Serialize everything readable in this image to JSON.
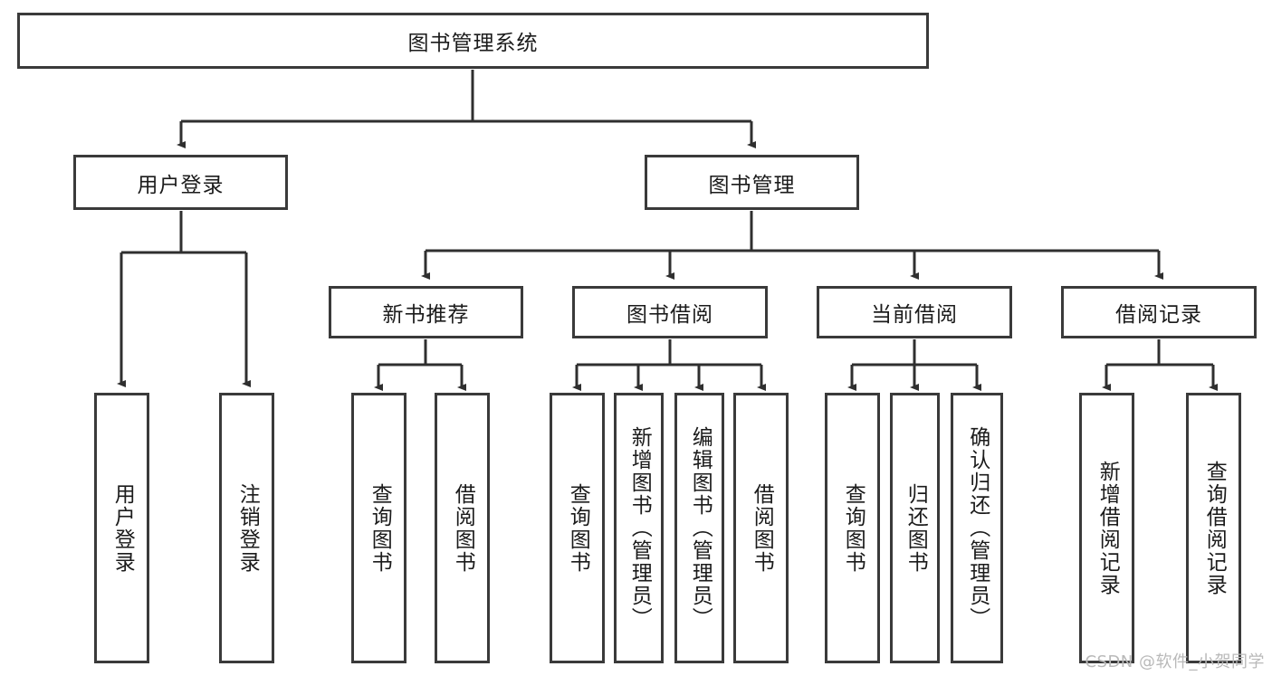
{
  "diagram": {
    "type": "tree-hierarchy-chart",
    "title": "图书管理系统",
    "root": {
      "id": "root",
      "label": "图书管理系统",
      "orientation": "horizontal"
    },
    "level2": [
      {
        "id": "user-login",
        "label": "用户登录",
        "orientation": "horizontal"
      },
      {
        "id": "book-management",
        "label": "图书管理",
        "orientation": "horizontal"
      }
    ],
    "level3": [
      {
        "id": "new-book-recommend",
        "label": "新书推荐",
        "orientation": "horizontal",
        "parent": "book-management"
      },
      {
        "id": "book-borrow",
        "label": "图书借阅",
        "orientation": "horizontal",
        "parent": "book-management"
      },
      {
        "id": "current-borrow",
        "label": "当前借阅",
        "orientation": "horizontal",
        "parent": "book-management"
      },
      {
        "id": "borrow-record",
        "label": "借阅记录",
        "orientation": "horizontal",
        "parent": "book-management"
      }
    ],
    "leaves": [
      {
        "id": "leaf-user-login",
        "label": "用户登录",
        "parent": "user-login",
        "orientation": "vertical"
      },
      {
        "id": "leaf-user-logout",
        "label": "注销登录",
        "parent": "user-login",
        "orientation": "vertical"
      },
      {
        "id": "leaf-query-book-1",
        "label": "查询图书",
        "parent": "new-book-recommend",
        "orientation": "vertical"
      },
      {
        "id": "leaf-borrow-book-1",
        "label": "借阅图书",
        "parent": "new-book-recommend",
        "orientation": "vertical"
      },
      {
        "id": "leaf-query-book-2",
        "label": "查询图书",
        "parent": "book-borrow",
        "orientation": "vertical"
      },
      {
        "id": "leaf-add-book",
        "label": "新增图书（管理员）",
        "parent": "book-borrow",
        "orientation": "vertical"
      },
      {
        "id": "leaf-edit-book",
        "label": "编辑图书（管理员）",
        "parent": "book-borrow",
        "orientation": "vertical"
      },
      {
        "id": "leaf-borrow-book-2",
        "label": "借阅图书",
        "parent": "book-borrow",
        "orientation": "vertical"
      },
      {
        "id": "leaf-query-book-3",
        "label": "查询图书",
        "parent": "current-borrow",
        "orientation": "vertical"
      },
      {
        "id": "leaf-return-book",
        "label": "归还图书",
        "parent": "current-borrow",
        "orientation": "vertical"
      },
      {
        "id": "leaf-confirm-return",
        "label": "确认归还（管理员）",
        "parent": "current-borrow",
        "orientation": "vertical"
      },
      {
        "id": "leaf-add-record",
        "label": "新增借阅记录",
        "parent": "borrow-record",
        "orientation": "vertical"
      },
      {
        "id": "leaf-query-record",
        "label": "查询借阅记录",
        "parent": "borrow-record",
        "orientation": "vertical"
      }
    ],
    "watermark": "CSDN @软件_小贺同学",
    "colors": {
      "box_border": "#3a3a3a",
      "box_fill": "#ffffff",
      "edge": "#2f2f2f",
      "text": "#1b1b1b",
      "watermark": "#b9b9b9",
      "background": "#ffffff"
    }
  }
}
